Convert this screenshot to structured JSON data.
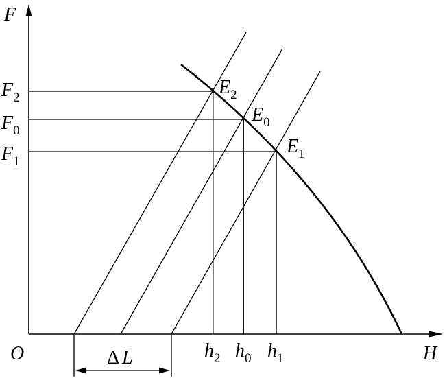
{
  "axes": {
    "y_label": "F",
    "x_label": "H",
    "origin_label": "O"
  },
  "force_labels": {
    "f2": {
      "base": "F",
      "sub": "2"
    },
    "f0": {
      "base": "F",
      "sub": "0"
    },
    "f1": {
      "base": "F",
      "sub": "1"
    }
  },
  "point_labels": {
    "e2": {
      "base": "E",
      "sub": "2"
    },
    "e0": {
      "base": "E",
      "sub": "0"
    },
    "e1": {
      "base": "E",
      "sub": "1"
    }
  },
  "height_labels": {
    "h2": {
      "base": "h",
      "sub": "2"
    },
    "h0": {
      "base": "h",
      "sub": "0"
    },
    "h1": {
      "base": "h",
      "sub": "1"
    }
  },
  "delta": {
    "symbol": "Δ",
    "base": "L"
  }
}
